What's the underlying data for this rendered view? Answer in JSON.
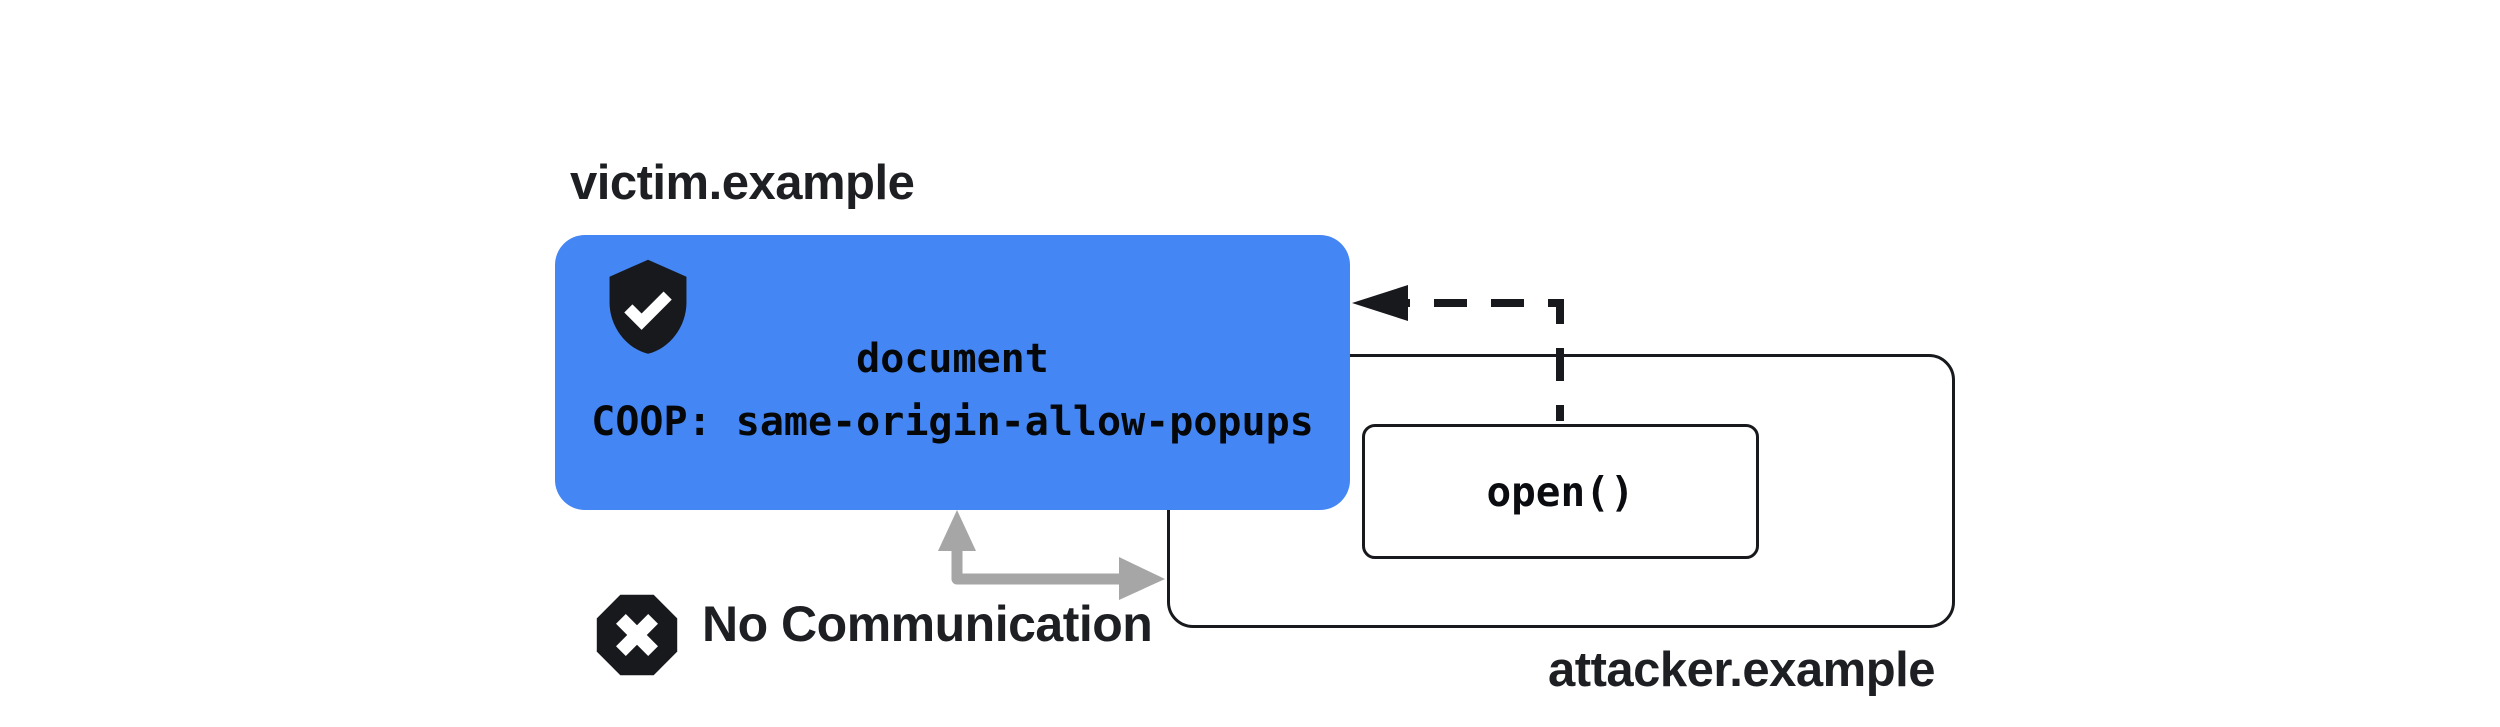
{
  "victim": {
    "label": "victim.example",
    "card": {
      "line1": "document",
      "line2": "COOP: same-origin-allow-popups"
    }
  },
  "attacker": {
    "label": "attacker.example",
    "open_call": "open()"
  },
  "no_communication": {
    "label": "No Communication"
  },
  "icons": {
    "shield_check": "shield-check-icon",
    "cross_octagon": "cross-octagon-icon",
    "open_popup_arrow": "dashed-left-arrow",
    "blocked_arrow": "gray-elbow-arrow"
  },
  "colors": {
    "victim_card_bg": "#4486F4",
    "ink": "#17191c",
    "label_text": "#1d1f23",
    "card_text": "#050709",
    "arrow_gray": "#a6a6a6",
    "box_bg": "#ffffff",
    "page_bg": "#ffffff"
  }
}
